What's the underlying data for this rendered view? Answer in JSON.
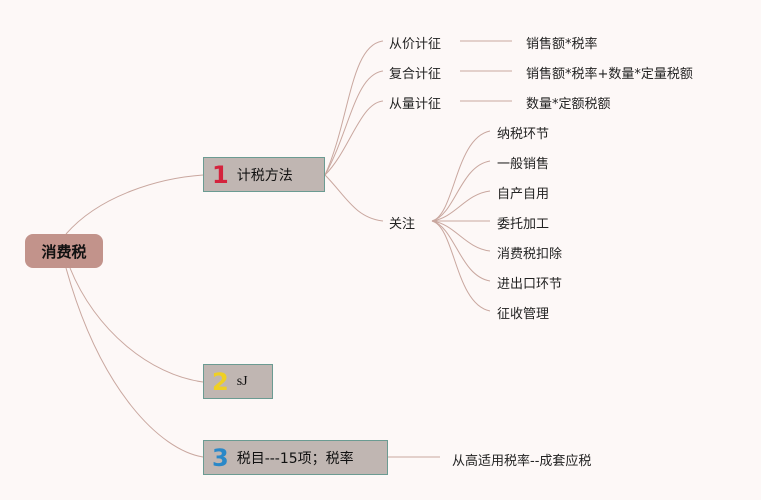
{
  "root": {
    "label": "消费税"
  },
  "branches": [
    {
      "number": "1",
      "label": "计税方法",
      "children": [
        {
          "label": "从价计征",
          "detail": "销售额*税率"
        },
        {
          "label": "复合计征",
          "detail": "销售额*税率+数量*定量税额"
        },
        {
          "label": "从量计征",
          "detail": "数量*定额税额"
        },
        {
          "label": "关注",
          "items": [
            "纳税环节",
            "一般销售",
            "自产自用",
            "委托加工",
            "消费税扣除",
            "进出口环节",
            "征收管理"
          ]
        }
      ]
    },
    {
      "number": "2",
      "label": "sJ"
    },
    {
      "number": "3",
      "label": "税目---15项；税率",
      "detail": "从高适用税率--成套应税"
    }
  ],
  "colors": {
    "background": "#fdf8f7",
    "root_fill": "#c2938b",
    "branch_fill": "#c0b6b2",
    "branch_border": "#6b9b92",
    "connector": "#c9a79f",
    "number_1": "#d4233d",
    "number_2": "#efd024",
    "number_3": "#2a88c8"
  }
}
